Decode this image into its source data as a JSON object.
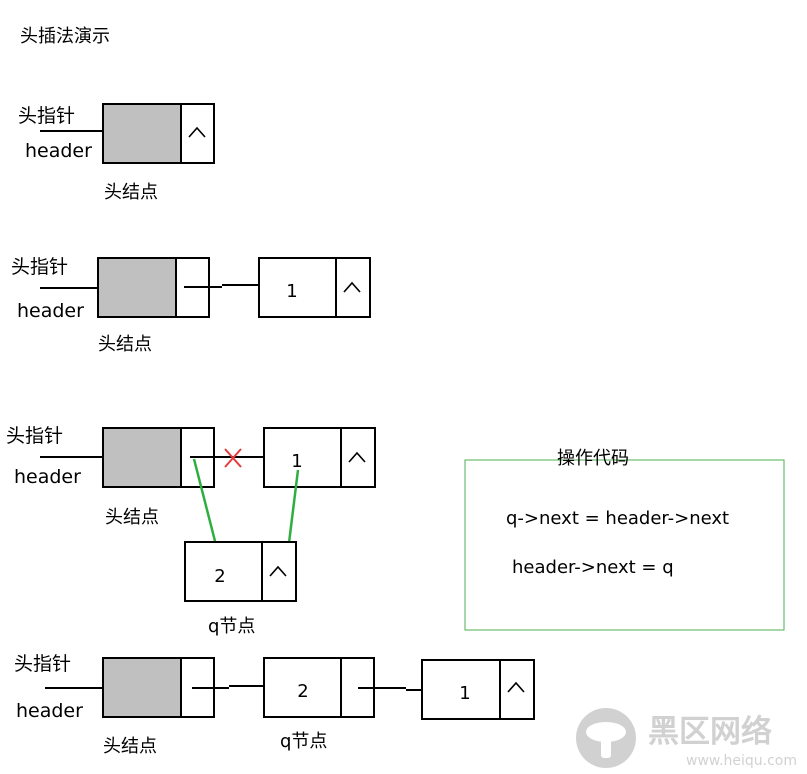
{
  "title": "头插法演示",
  "labels": {
    "head_pointer": "头指针",
    "header": "header",
    "head_node": "头结点",
    "q_node": "q节点"
  },
  "nodes": {
    "n1": "1",
    "n2": "2"
  },
  "null_symbol": "^",
  "code_box": {
    "title": "操作代码",
    "line1": "q->next = header->next",
    "line2": "header->next = q"
  },
  "watermark": {
    "brand": "黑区网络",
    "url": "www.heiqu.com"
  },
  "colors": {
    "head_node_fill": "#c0c0c0",
    "new_link": "#2fae40",
    "broken_link_mark": "#e43b3b",
    "code_box_border": "#4caf50"
  }
}
